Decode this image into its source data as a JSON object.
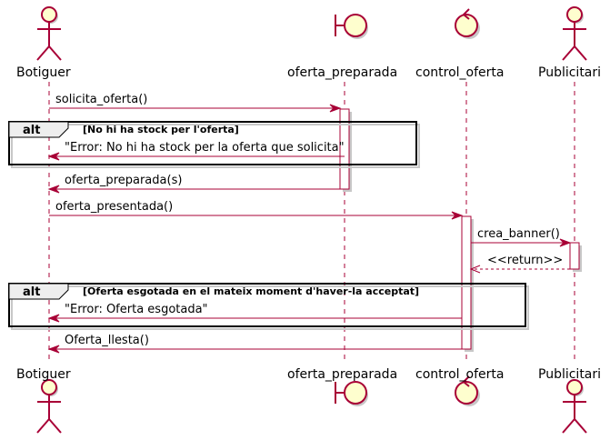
{
  "participants": [
    {
      "id": "botiguer",
      "label": "Botiguer",
      "kind": "actor"
    },
    {
      "id": "oferta_preparada",
      "label": "oferta_preparada",
      "kind": "boundary"
    },
    {
      "id": "control_oferta",
      "label": "control_oferta",
      "kind": "control"
    },
    {
      "id": "publicitari",
      "label": "Publicitari",
      "kind": "actor"
    }
  ],
  "messages": [
    {
      "id": "m1",
      "text": "solicita_oferta()",
      "from": "botiguer",
      "to": "oferta_preparada",
      "style": "sync"
    },
    {
      "id": "m2",
      "text": "\"Error: No hi ha stock per la oferta que solicita\"",
      "from": "oferta_preparada",
      "to": "botiguer",
      "style": "sync"
    },
    {
      "id": "m3",
      "text": "oferta_preparada(s)",
      "from": "oferta_preparada",
      "to": "botiguer",
      "style": "sync"
    },
    {
      "id": "m4",
      "text": "oferta_presentada()",
      "from": "botiguer",
      "to": "control_oferta",
      "style": "sync"
    },
    {
      "id": "m5",
      "text": "crea_banner()",
      "from": "control_oferta",
      "to": "publicitari",
      "style": "sync"
    },
    {
      "id": "m6",
      "text": "<<return>>",
      "from": "publicitari",
      "to": "control_oferta",
      "style": "return"
    },
    {
      "id": "m7",
      "text": "\"Error: Oferta esgotada\"",
      "from": "control_oferta",
      "to": "botiguer",
      "style": "sync"
    },
    {
      "id": "m8",
      "text": "Oferta_llesta()",
      "from": "control_oferta",
      "to": "botiguer",
      "style": "sync"
    }
  ],
  "fragments": [
    {
      "id": "f1",
      "operator": "alt",
      "guard": "[No hi ha stock per l'oferta]"
    },
    {
      "id": "f2",
      "operator": "alt",
      "guard": "[Oferta esgotada en el mateix moment d'haver-la acceptat]"
    }
  ],
  "colors": {
    "line": "#A80036",
    "fill": "#FEFECE",
    "frame": "#000000",
    "frame_tab": "#EEEEEE",
    "shadow": "#C8C8C8"
  }
}
